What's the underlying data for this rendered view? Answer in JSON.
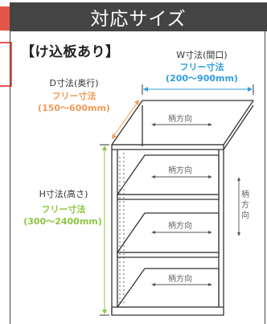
{
  "header": {
    "title": "対応サイズ"
  },
  "section": {
    "title": "【け込板あり】"
  },
  "dimensions": {
    "width": {
      "label": "W寸法(間口)",
      "free": "フリー寸法",
      "range": "(200〜900mm)"
    },
    "depth": {
      "label": "D寸法(奥行)",
      "free": "フリー寸法",
      "range": "(150〜600mm)"
    },
    "height": {
      "label": "H寸法(高さ)",
      "free": "フリー寸法",
      "range": "(300〜2400mm)"
    }
  },
  "grain_labels": {
    "top": "柄方向",
    "shelf1": "柄方向",
    "shelf2": "柄方向",
    "shelf3": "柄方向",
    "side": "柄方向"
  },
  "colors": {
    "header_bg": "#444444",
    "accent_red": "#e2574a",
    "depth_orange": "#f39a55",
    "width_blue": "#2e9ee0",
    "height_green": "#8cc63f"
  }
}
